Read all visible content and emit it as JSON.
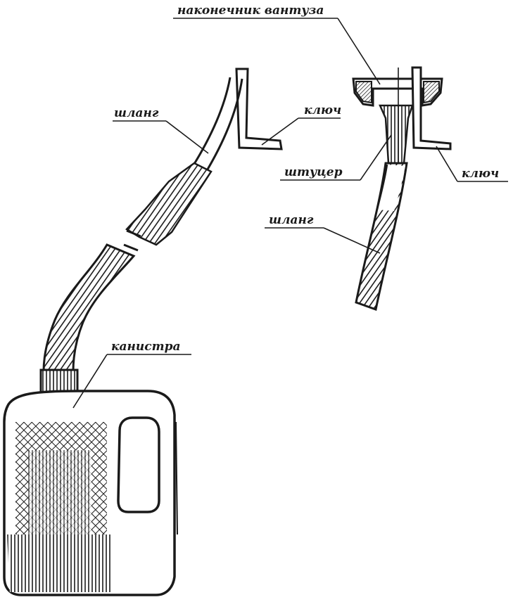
{
  "labels": {
    "plunger_tip": "наконечник вантуза",
    "hose_left": "шланг",
    "key_left": "ключ",
    "fitting": "штуцер",
    "key_right": "ключ",
    "hose_right": "шланг",
    "canister": "канистра"
  },
  "colors": {
    "ink": "#1a1a1a",
    "paper": "#ffffff"
  }
}
